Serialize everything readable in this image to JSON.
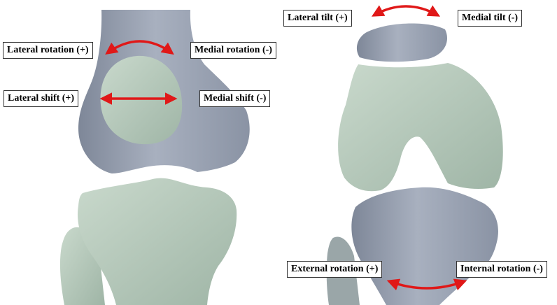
{
  "labels": {
    "lateral_rotation": "Lateral rotation (+)",
    "medial_rotation": "Medial rotation (-)",
    "lateral_shift": "Lateral shift (+)",
    "medial_shift": "Medial shift (-)",
    "lateral_tilt": "Lateral tilt (+)",
    "medial_tilt": "Medial tilt (-)",
    "external_rotation": "External rotation (+)",
    "internal_rotation": "Internal rotation (-)"
  },
  "colors": {
    "bone_gray": "#9ea6b6",
    "bone_green": "#b8cbbd",
    "arrow_red": "#e01818"
  }
}
